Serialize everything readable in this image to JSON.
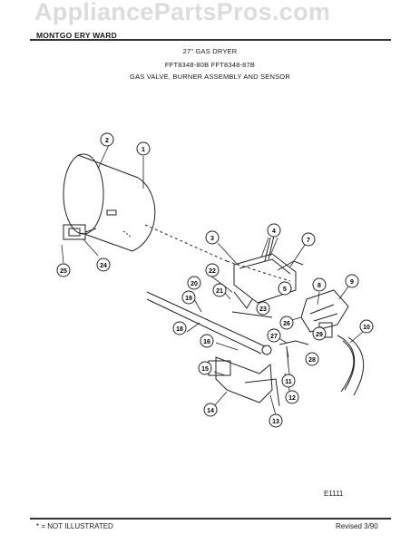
{
  "watermark": "AppliancePartsPros.com",
  "header": {
    "brand": "MONTGO   ERY WARD",
    "line1": "27\" GAS DRYER",
    "line2": "FFT8348-80B  FFT8348-87B",
    "line3": "GAS VALVE, BURNER ASSEMBLY AND SENSOR"
  },
  "callouts": [
    "1",
    "2",
    "3",
    "4",
    "5",
    "7",
    "8",
    "9",
    "10",
    "11",
    "12",
    "13",
    "14",
    "15",
    "16",
    "18",
    "19",
    "20",
    "21",
    "22",
    "23",
    "24",
    "25",
    "26",
    "27",
    "28",
    "29"
  ],
  "diagram_code": "E1111",
  "footer": {
    "note": "* = NOT ILLUSTRATED",
    "revised": "Revised 3/90"
  }
}
